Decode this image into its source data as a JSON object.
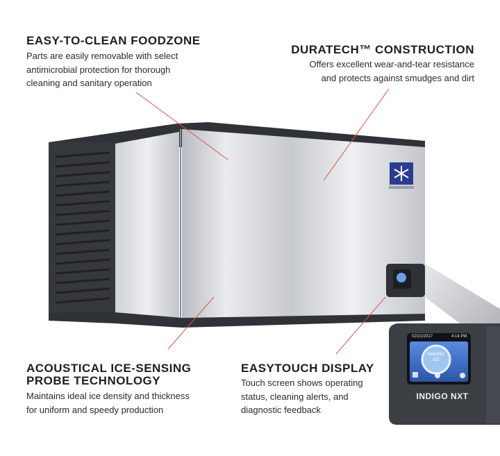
{
  "callouts": {
    "foodzone": {
      "title": "EASY-TO-CLEAN FOODZONE",
      "desc": [
        "Parts are easily removable with select",
        "antimicrobial protection for thorough",
        "cleaning and sanitary operation"
      ]
    },
    "duratech": {
      "title": "DURATECH™ CONSTRUCTION",
      "desc": [
        "Offers excellent wear-and-tear resistance",
        "and protects against smudges and dirt"
      ]
    },
    "acoustical": {
      "title": [
        "ACOUSTICAL ICE-SENSING",
        "PROBE TECHNOLOGY"
      ],
      "desc": [
        "Maintains ideal ice density and thickness",
        "for uniform and speedy production"
      ]
    },
    "easytouch": {
      "title": "EASYTOUCH DISPLAY",
      "desc": [
        "Touch screen shows operating",
        "status, cleaning alerts, and",
        "diagnostic feedback"
      ]
    }
  },
  "display": {
    "date": "02/21/2017",
    "time": "4:14 PM",
    "status": [
      "MAKING",
      "ICE"
    ],
    "brand": "INDIGO NXT"
  },
  "colors": {
    "leader_line": "#d9534f",
    "panel_dark": "#3b3e43",
    "steel_light": "#e4e6ea",
    "screen_blue": "#3f6fc4"
  }
}
